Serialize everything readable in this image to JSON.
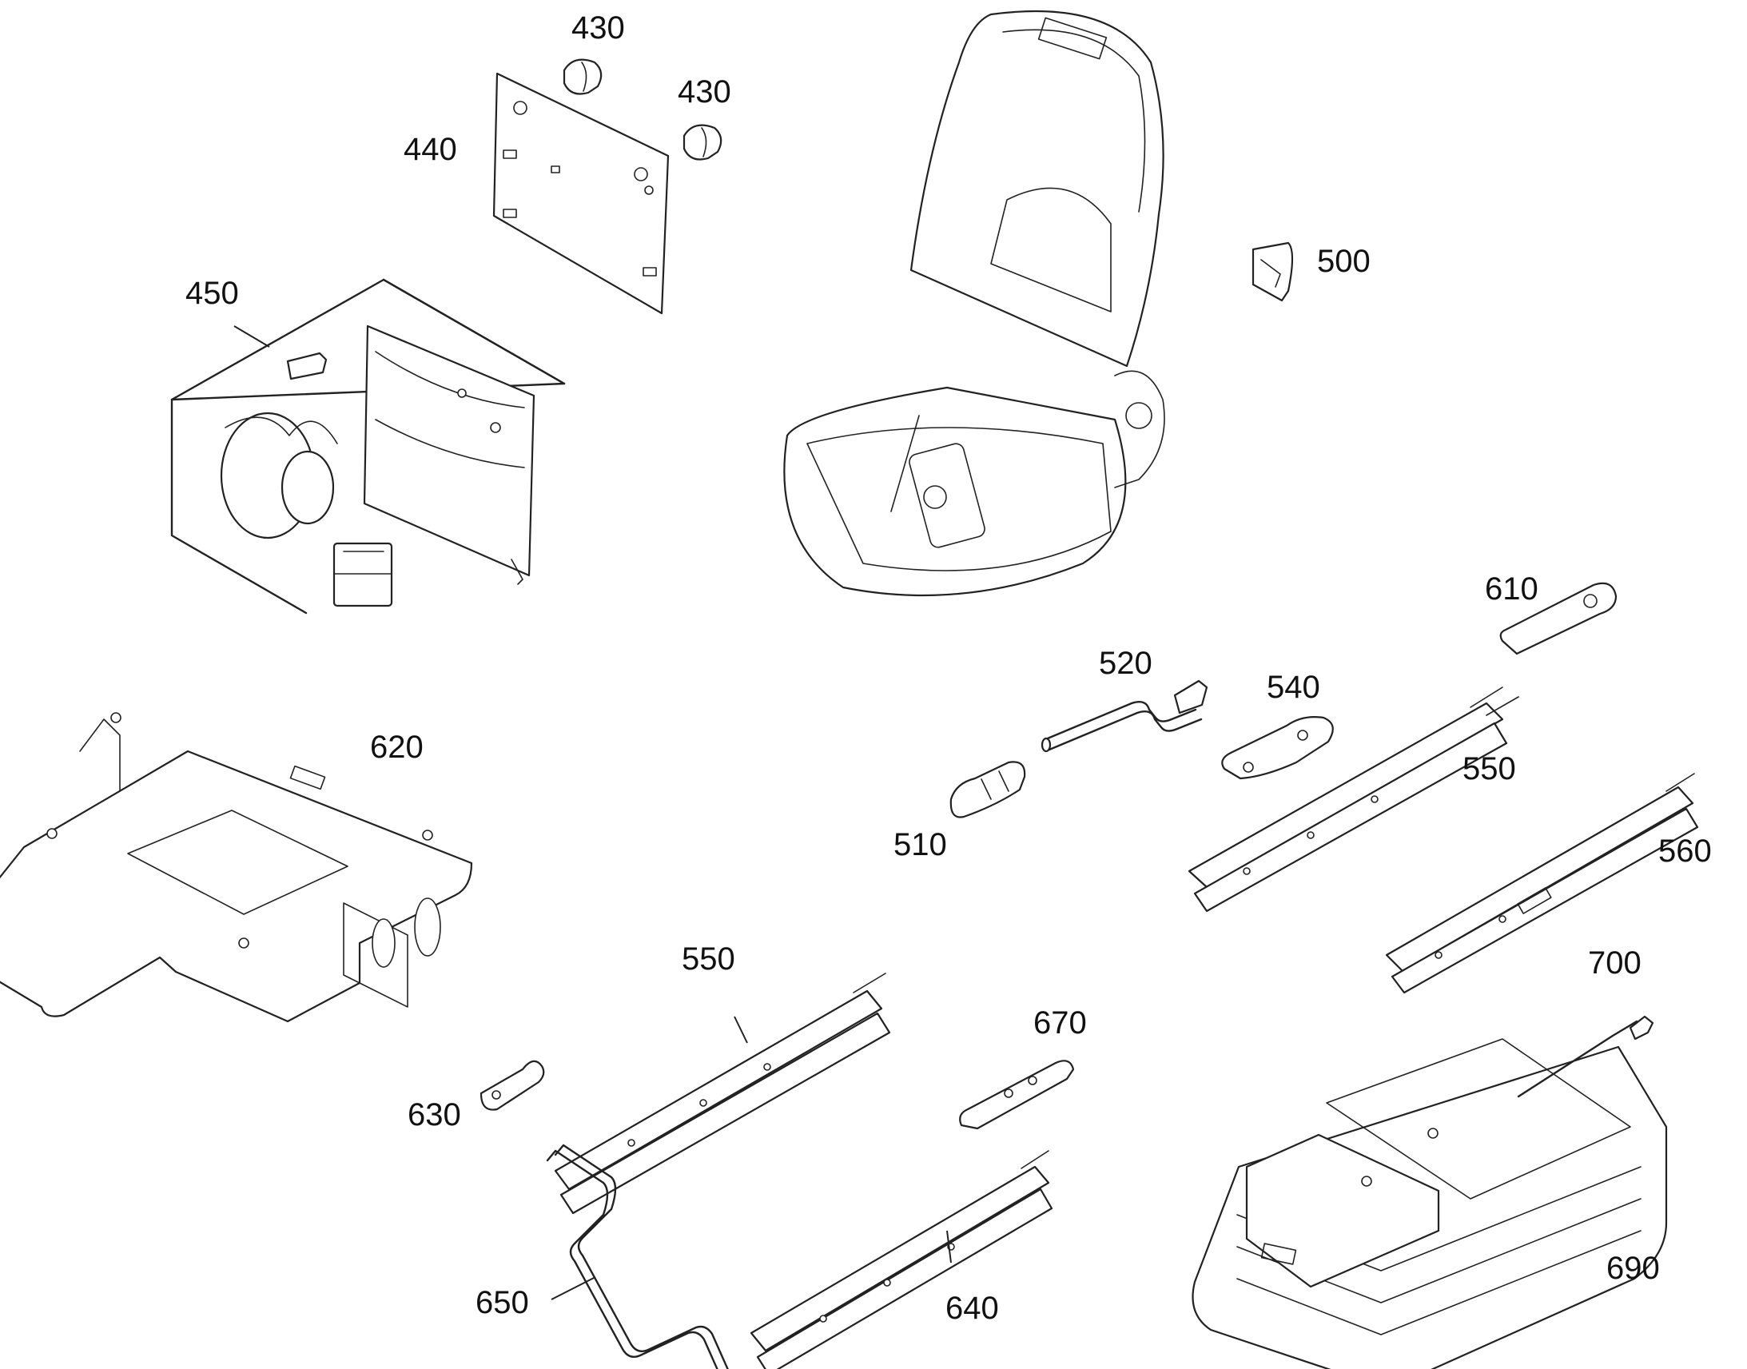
{
  "callouts": {
    "p430a": "430",
    "p430b": "430",
    "p440": "440",
    "p450": "450",
    "p500": "500",
    "p510": "510",
    "p520": "520",
    "p540": "540",
    "p550a": "550",
    "p560": "560",
    "p610": "610",
    "p620": "620",
    "p550b": "550",
    "p630": "630",
    "p640": "640",
    "p650": "650",
    "p670": "670",
    "p690": "690",
    "p700": "700"
  }
}
